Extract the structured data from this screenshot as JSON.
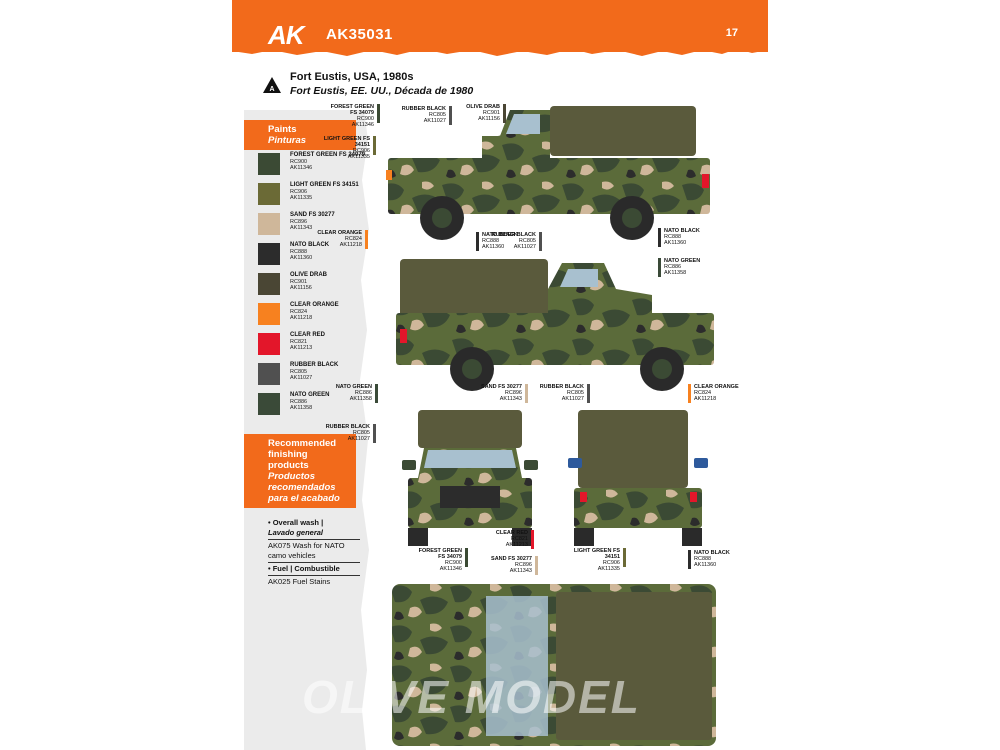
{
  "header": {
    "brand": "AK",
    "code": "AK35031",
    "page_number": "17",
    "color": "#f26a1b"
  },
  "title": {
    "en": "Fort Eustis, USA, 1980s",
    "es": "Fort Eustis, EE. UU., Década de 1980",
    "icon": "warning-triangle-icon",
    "icon_letter": "A"
  },
  "paints_section": {
    "label_en": "Paints",
    "label_es": "Pinturas"
  },
  "paints": [
    {
      "name": "FOREST GREEN FS 34079",
      "c1": "RC900",
      "c2": "AK11346",
      "color": "#3b4a34"
    },
    {
      "name": "LIGHT GREEN FS 34151",
      "c1": "RC906",
      "c2": "AK11335",
      "color": "#6b6a36"
    },
    {
      "name": "SAND FS 30277",
      "c1": "RC896",
      "c2": "AK11343",
      "color": "#cfb79a"
    },
    {
      "name": "NATO BLACK",
      "c1": "RC888",
      "c2": "AK11360",
      "color": "#2c2c2c"
    },
    {
      "name": "OLIVE DRAB",
      "c1": "RC901",
      "c2": "AK11156",
      "color": "#4a4634"
    },
    {
      "name": "CLEAR ORANGE",
      "c1": "RC824",
      "c2": "AK11218",
      "color": "#f7811f"
    },
    {
      "name": "CLEAR RED",
      "c1": "RC821",
      "c2": "AK11213",
      "color": "#e3162a"
    },
    {
      "name": "RUBBER BLACK",
      "c1": "RC805",
      "c2": "AK11027",
      "color": "#505050"
    },
    {
      "name": "NATO GREEN",
      "c1": "RC886",
      "c2": "AK11358",
      "color": "#3a4a38"
    }
  ],
  "finishing_section": {
    "label_en_1": "Recommended",
    "label_en_2": "finishing",
    "label_en_3": "products",
    "label_es_1": "Productos",
    "label_es_2": "recomendados",
    "label_es_3": "para el acabado"
  },
  "finishing": {
    "wash_title": "• Overall wash |",
    "wash_title_es": "Lavado general",
    "wash_product": "AK075 Wash for NATO camo vehicles",
    "fuel_title": "• Fuel | Combustible",
    "fuel_product": "AK025 Fuel Stains"
  },
  "callouts": [
    {
      "name": "FOREST GREEN",
      "name2": "FS 34079",
      "c1": "RC900",
      "c2": "AK11346",
      "color": "#3b4a34"
    },
    {
      "name": "RUBBER BLACK",
      "name2": "",
      "c1": "RC805",
      "c2": "AK11027",
      "color": "#505050"
    },
    {
      "name": "OLIVE DRAB",
      "name2": "",
      "c1": "RC901",
      "c2": "AK11156",
      "color": "#4a4634"
    },
    {
      "name": "LIGHT GREEN FS",
      "name2": "34151",
      "c1": "RC906",
      "c2": "AK11335",
      "color": "#6b6a36"
    },
    {
      "name": "CLEAR ORANGE",
      "name2": "",
      "c1": "RC824",
      "c2": "AK11218",
      "color": "#f7811f"
    },
    {
      "name": "NATO BLACK",
      "name2": "",
      "c1": "RC888",
      "c2": "AK11360",
      "color": "#2c2c2c"
    },
    {
      "name": "RUBBER BLACK",
      "name2": "",
      "c1": "RC805",
      "c2": "AK11027",
      "color": "#505050"
    },
    {
      "name": "NATO BLACK",
      "name2": "",
      "c1": "RC888",
      "c2": "AK11360",
      "color": "#2c2c2c"
    },
    {
      "name": "NATO GREEN",
      "name2": "",
      "c1": "RC886",
      "c2": "AK11358",
      "color": "#3a4a38"
    },
    {
      "name": "NATO GREEN",
      "name2": "",
      "c1": "RC886",
      "c2": "AK11358",
      "color": "#3a4a38"
    },
    {
      "name": "SAND FS 30277",
      "name2": "",
      "c1": "RC896",
      "c2": "AK11343",
      "color": "#cfb79a"
    },
    {
      "name": "RUBBER BLACK",
      "name2": "",
      "c1": "RC805",
      "c2": "AK11027",
      "color": "#505050"
    },
    {
      "name": "CLEAR ORANGE",
      "name2": "",
      "c1": "RC824",
      "c2": "AK11218",
      "color": "#f7811f"
    },
    {
      "name": "RUBBER BLACK",
      "name2": "",
      "c1": "RC805",
      "c2": "AK11027",
      "color": "#505050"
    },
    {
      "name": "CLEAR RED",
      "name2": "",
      "c1": "RC821",
      "c2": "AK11213",
      "color": "#e3162a"
    },
    {
      "name": "FOREST GREEN",
      "name2": "FS 34079",
      "c1": "RC900",
      "c2": "AK11346",
      "color": "#3b4a34"
    },
    {
      "name": "SAND FS 30277",
      "name2": "",
      "c1": "RC896",
      "c2": "AK11343",
      "color": "#cfb79a"
    },
    {
      "name": "LIGHT GREEN FS",
      "name2": "34151",
      "c1": "RC906",
      "c2": "AK11335",
      "color": "#6b6a36"
    },
    {
      "name": "NATO BLACK",
      "name2": "",
      "c1": "RC888",
      "c2": "AK11360",
      "color": "#2c2c2c"
    }
  ],
  "watermark": "OLIVE MODEL"
}
